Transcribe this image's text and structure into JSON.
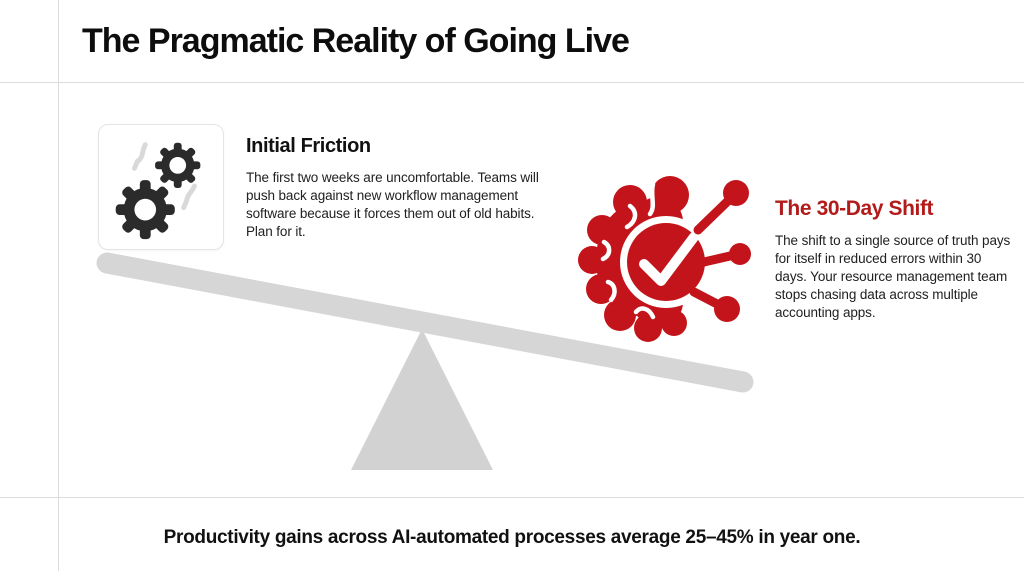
{
  "slide": {
    "title": "The Pragmatic Reality of Going Live",
    "background_color": "#ffffff",
    "grid_line_color": "#dcdcdc"
  },
  "friction": {
    "icon": "gears-icon",
    "icon_color": "#2b2b2b",
    "accent_squiggle_color": "#d9d9d9",
    "heading": "Initial Friction",
    "body": "The first two weeks are uncomfortable. Teams will push back against new workflow management software because it forces them out of old habits. Plan for it."
  },
  "shift": {
    "icon": "brain-network-check-icon",
    "icon_color": "#c4141b",
    "heading": "The 30-Day Shift",
    "heading_color": "#b31b1b",
    "body": "The shift to a single source of truth pays for itself in reduced errors within 30 days. Your resource management team stops chasing data across multiple accounting apps."
  },
  "seesaw": {
    "type": "balance-illustration",
    "beam_color": "#d6d6d6",
    "fulcrum_color": "#d2d2d2",
    "tilt": "left side up, right side down"
  },
  "footer": {
    "text": "Productivity gains across AI-automated processes average 25–45% in year one."
  }
}
